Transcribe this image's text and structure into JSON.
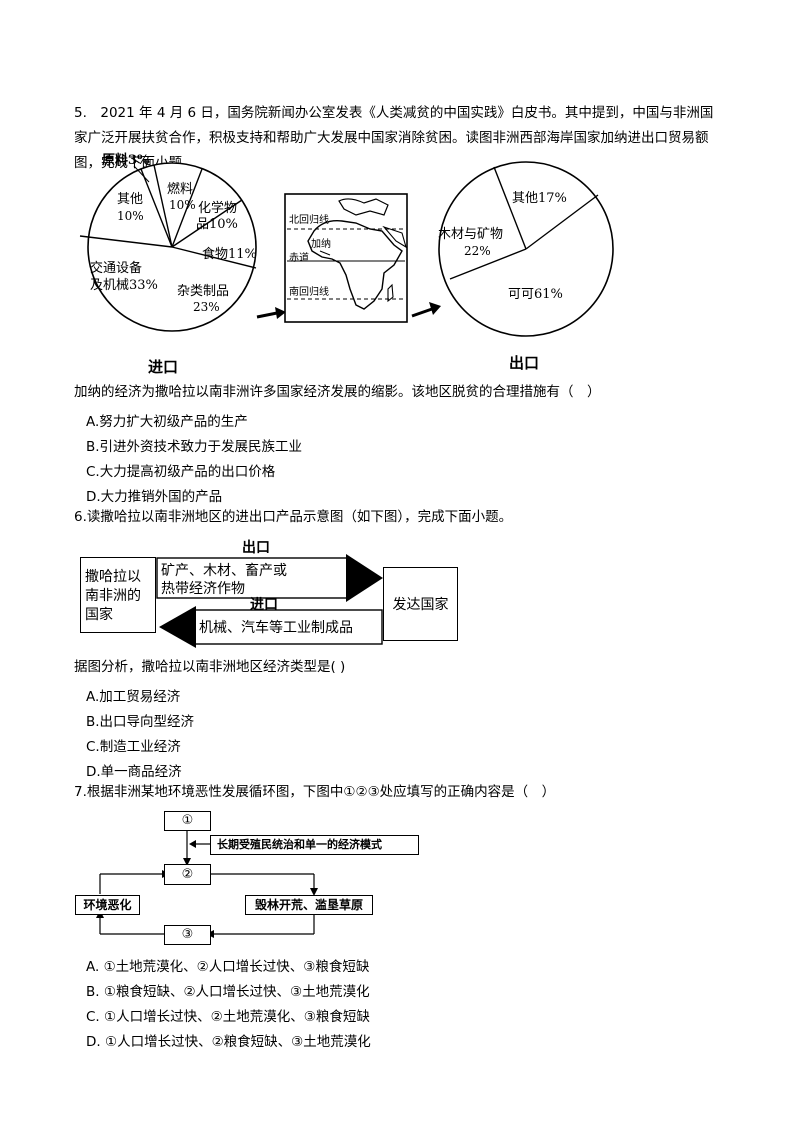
{
  "q5": {
    "stem": "5.　2021 年 4 月 6 日，国务院新闻办公室发表《人类减贫的中国实践》白皮书。其中提到，中国与非洲国家广泛开展扶贫合作，积极支持和帮助广大发展中国家消除贫困。读图非洲西部海岸国家加纳进出口贸易额图，完成下面小题。",
    "import_caption": "进口",
    "export_caption": "出口",
    "import_labels": [
      "原料3%",
      "燃料",
      "10%",
      "化学物",
      "品10%",
      "食物11%",
      "杂类制品",
      "23%",
      "交通设备",
      "及机械33%",
      "其他",
      "10%"
    ],
    "export_labels": [
      "其他17%",
      "木材与矿物",
      "22%",
      "可可61%"
    ],
    "map_labels": [
      "北回归线",
      "加纳",
      "赤道",
      "南回归线"
    ],
    "question": "加纳的经济为撒哈拉以南非洲许多国家经济发展的缩影。该地区脱贫的合理措施有（　）",
    "options": [
      "A.努力扩大初级产品的生产",
      "B.引进外资技术致力于发展民族工业",
      "C.大力提高初级产品的出口价格",
      "D.大力推销外国的产品"
    ]
  },
  "q6": {
    "stem": "6.读撒哈拉以南非洲地区的进出口产品示意图（如下图），完成下面小题。",
    "left_box": [
      "撒哈拉以",
      "南非洲的",
      "国家"
    ],
    "right_box": "发达国家",
    "export_label": "出口",
    "export_goods": [
      "矿产、木材、畜产或",
      "热带经济作物"
    ],
    "import_label": "进口",
    "import_goods": "机械、汽车等工业制成品",
    "question": "据图分析，撒哈拉以南非洲地区经济类型是(  )",
    "options": [
      "A.加工贸易经济",
      "B.出口导向型经济",
      "C.制造工业经济",
      "D.单一商品经济"
    ]
  },
  "q7": {
    "stem": "7.根据非洲某地环境恶性发展循环图，下图中①②③处应填写的正确内容是（　）",
    "box1": "①",
    "box2": "②",
    "box3": "③",
    "cause": "长期受殖民统治和单一的经济模式",
    "left": "环境恶化",
    "right": "毁林开荒、滥垦草原",
    "options": [
      "A. ①土地荒漠化、②人口增长过快、③粮食短缺",
      "B. ①粮食短缺、②人口增长过快、③土地荒漠化",
      "C. ①人口增长过快、②土地荒漠化、③粮食短缺",
      "D. ①人口增长过快、②粮食短缺、③土地荒漠化"
    ]
  }
}
